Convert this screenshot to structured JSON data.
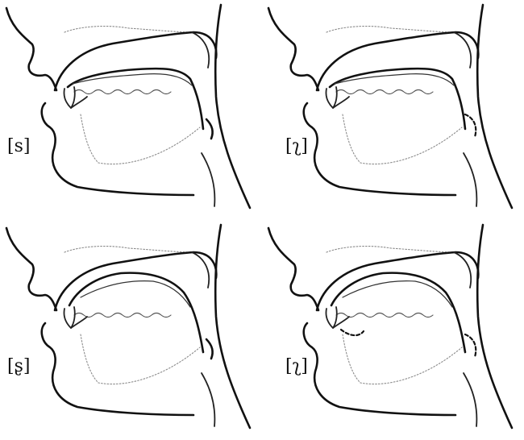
{
  "panels": [
    {
      "symbol": "[s]"
    },
    {
      "symbol": "[ʅ]"
    },
    {
      "symbol": "[ʂ]"
    },
    {
      "symbol": "[ʅ]"
    }
  ]
}
